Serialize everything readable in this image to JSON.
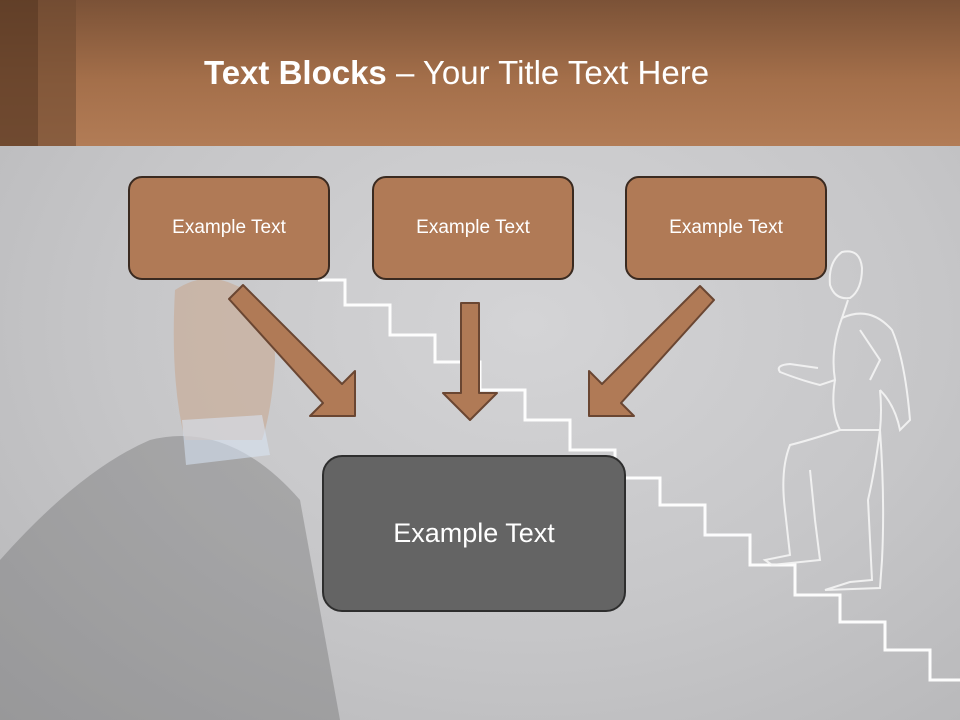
{
  "title": {
    "bold": "Text Blocks",
    "rest": " – Your Title Text Here"
  },
  "boxes": {
    "left": "Example Text",
    "middle": "Example Text",
    "right": "Example Text",
    "center": "Example Text"
  },
  "colors": {
    "header": "#a46f4a",
    "box_fill": "#b07a56",
    "center_fill": "#646464",
    "arrow_fill": "#b07a56"
  },
  "icons": [
    "down-right-arrow-icon",
    "down-arrow-icon",
    "down-left-arrow-icon"
  ]
}
